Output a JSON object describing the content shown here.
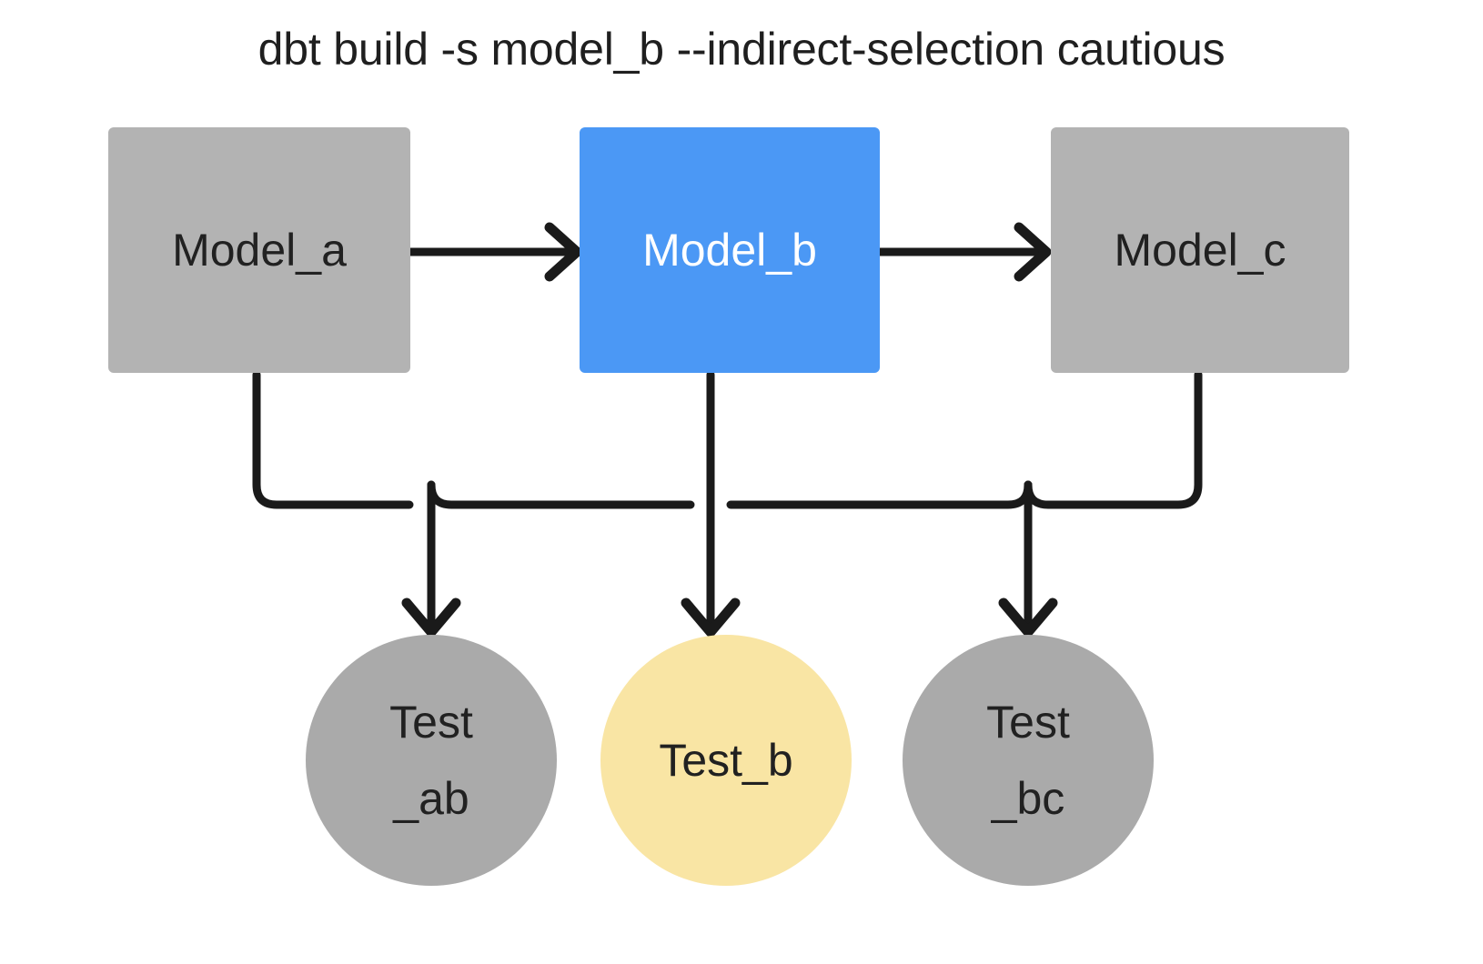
{
  "diagram": {
    "title": "dbt build -s model_b --indirect-selection cautious",
    "background_color": "#ffffff",
    "edge_color": "#1a1a1a",
    "nodes": {
      "model_a": {
        "label": "Model_a",
        "shape": "rectangle",
        "fill": "#b3b3b3",
        "text_color": "#212121",
        "selected": false
      },
      "model_b": {
        "label": "Model_b",
        "shape": "rectangle",
        "fill": "#4b98f5",
        "text_color": "#ffffff",
        "selected": true
      },
      "model_c": {
        "label": "Model_c",
        "shape": "rectangle",
        "fill": "#b3b3b3",
        "text_color": "#212121",
        "selected": false
      },
      "test_ab": {
        "label": "Test_ab",
        "label_line1": "Test",
        "label_line2": "_ab",
        "shape": "circle",
        "fill": "#aaaaaa",
        "text_color": "#212121",
        "selected": false
      },
      "test_b": {
        "label": "Test_b",
        "label_line1": "Test_b",
        "label_line2": "",
        "shape": "circle",
        "fill": "#f9e5a4",
        "text_color": "#212121",
        "selected": true
      },
      "test_bc": {
        "label": "Test_bc",
        "label_line1": "Test",
        "label_line2": "_bc",
        "shape": "circle",
        "fill": "#aaaaaa",
        "text_color": "#212121",
        "selected": false
      }
    },
    "edges": [
      {
        "from": "model_a",
        "to": "model_b",
        "style": "straight-horizontal-arrow"
      },
      {
        "from": "model_b",
        "to": "model_c",
        "style": "straight-horizontal-arrow"
      },
      {
        "from": "model_a",
        "to": "test_ab",
        "style": "orthogonal-arrow"
      },
      {
        "from": "model_b",
        "to": "test_ab",
        "style": "orthogonal-arrow"
      },
      {
        "from": "model_b",
        "to": "test_b",
        "style": "straight-vertical-arrow"
      },
      {
        "from": "model_b",
        "to": "test_bc",
        "style": "orthogonal-arrow"
      },
      {
        "from": "model_c",
        "to": "test_bc",
        "style": "orthogonal-arrow"
      }
    ]
  }
}
